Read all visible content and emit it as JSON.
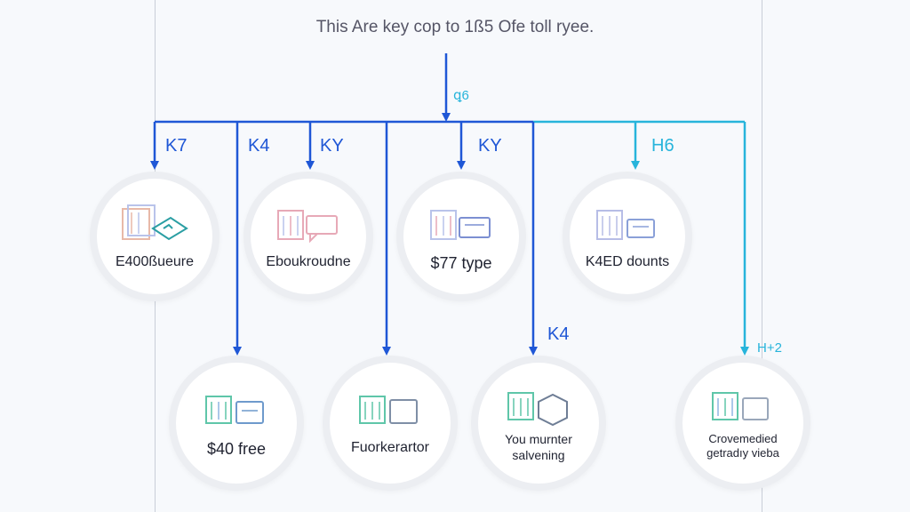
{
  "title": "This Are key cop to 1ß5 Ofe toll ryee.",
  "edge_labels": {
    "trunk": "ꝗ6",
    "k7": "K7",
    "k4_top": "K4",
    "ky_a": "KY",
    "ky_b": "KY",
    "h6": "H6",
    "k4_mid": "K4",
    "h2": "H+2"
  },
  "nodes": {
    "n1": "E400ßueure",
    "n2": "Eboukroudne",
    "n3": "$77 type",
    "n4": "K4ED dounts",
    "n5": "$40 free",
    "n6": "Fuorkerartor",
    "n7": [
      "You murnter",
      "salvening"
    ],
    "n8": [
      "Crovemedied",
      "getradıy vieba"
    ]
  },
  "colors": {
    "blue": "#1f57d6",
    "cyan": "#27b4db",
    "node_border": "#eceef2"
  },
  "icons": [
    "equipment-icon",
    "server-rack-icon",
    "package-box-icon",
    "monitor-icon"
  ]
}
